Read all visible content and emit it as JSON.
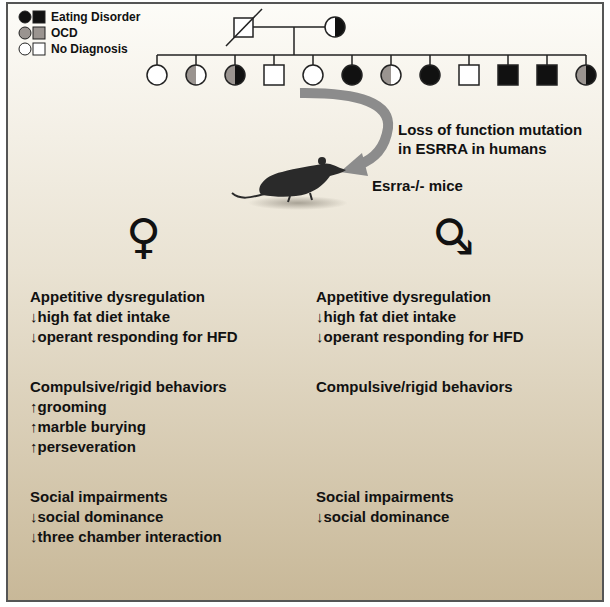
{
  "diagram": {
    "labels": [
      "Loss of function mutation in ESRRA in humans",
      "Esrra-/- mice",
      "♀",
      "♂",
      "Appetitive dysregulation",
      "↓high fat diet intake",
      "↓operant responding for HFD",
      "Compulsive/rigid behaviors",
      "↑grooming",
      "↑marble burying",
      "↑perseveration",
      "Social impairments",
      "↓social dominance",
      "↓three chamber interaction",
      "Appetitive dysregulation",
      "↓high fat diet intake",
      "↓operant responding for HFD",
      "Compulsive/rigid behaviors",
      "Social impairments",
      "↓social dominance"
    ],
    "legend": [
      {
        "text": "Eating Disorder"
      },
      {
        "text": "OCD"
      },
      {
        "text": "No Diagnosis"
      }
    ]
  }
}
